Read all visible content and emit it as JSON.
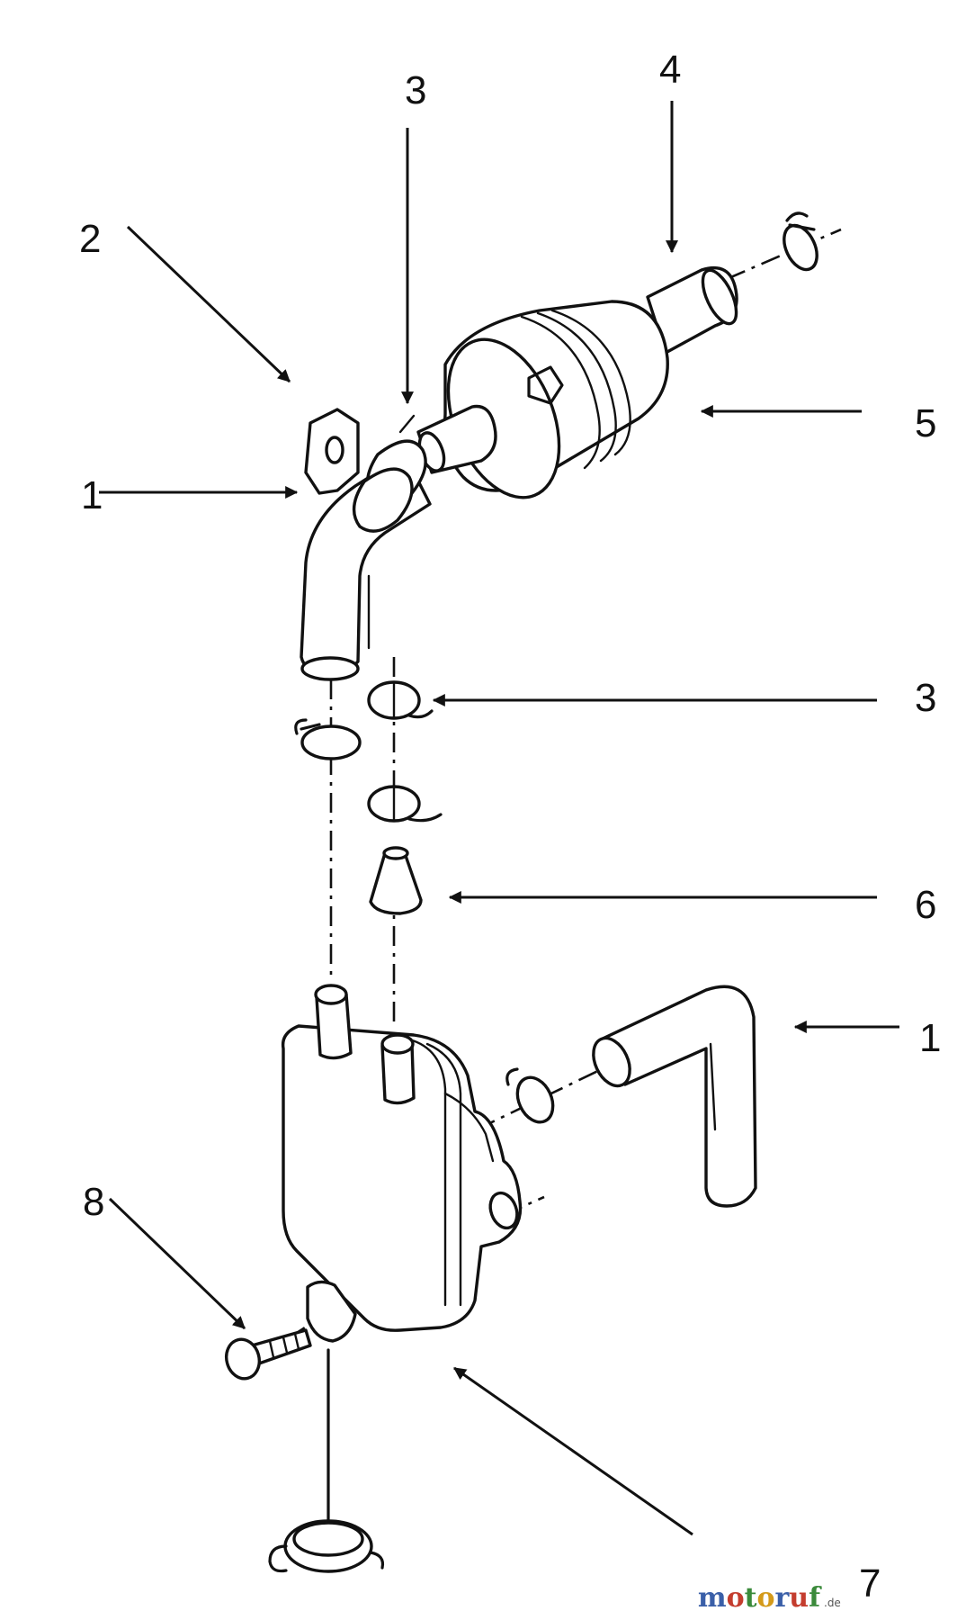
{
  "callouts": {
    "c4": "4",
    "c3_top": "3",
    "c2": "2",
    "c5": "5",
    "c1_upper": "1",
    "c3_mid": "3",
    "c6": "6",
    "c1_lower": "1",
    "c8": "8",
    "c7": "7"
  },
  "watermark": {
    "letters": [
      "m",
      "o",
      "t",
      "o",
      "r",
      "u",
      "f"
    ],
    "colors": [
      "#3a5fa8",
      "#c43d2e",
      "#3a8a3a",
      "#d49a1a",
      "#3a5fa8",
      "#c43d2e",
      "#3a8a3a"
    ],
    "suffix": ".de"
  }
}
